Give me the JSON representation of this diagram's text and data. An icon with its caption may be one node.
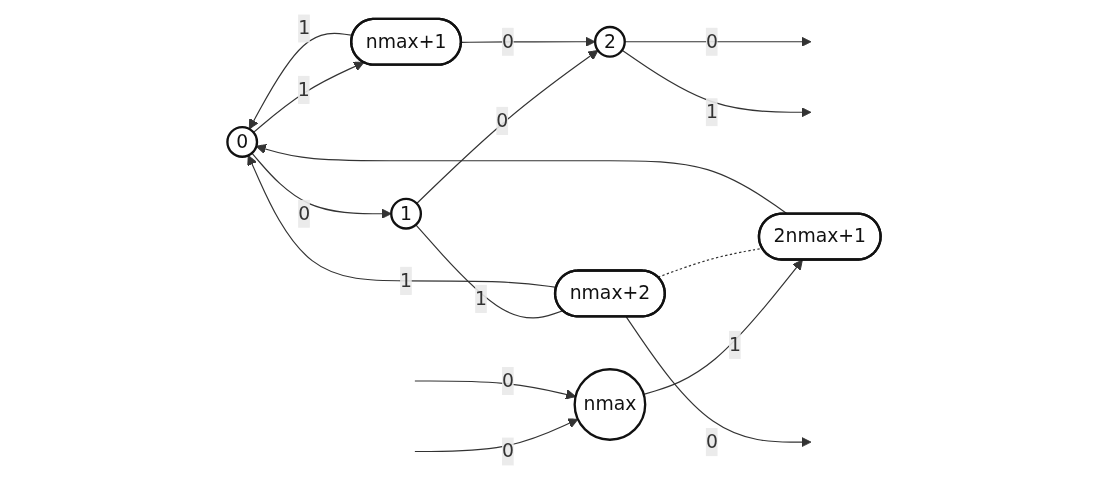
{
  "diagram": {
    "nodes": [
      {
        "text": [
          "0"
        ]
      },
      {
        "text": [
          "1"
        ]
      },
      {
        "text": [
          "2"
        ]
      },
      {
        "text": [
          "nmax"
        ]
      },
      {
        "text": [
          "nmax+1"
        ]
      },
      {
        "text": [
          "nmax+2"
        ]
      },
      {
        "text": [
          "2nmax+1"
        ]
      }
    ],
    "edges": [
      {
        "from": 0,
        "to": 1,
        "arrow": "to",
        "label": "0"
      },
      {
        "from": 1,
        "to": 2,
        "arrow": "to",
        "label": "0"
      },
      {
        "from": 2,
        "to": null,
        "arrow": "to",
        "label": "0"
      },
      {
        "from": null,
        "to": 3,
        "arrow": "to",
        "label": "0"
      },
      {
        "from": 0,
        "to": 4,
        "arrow": "to",
        "label": "1"
      },
      {
        "from": 4,
        "to": 2,
        "arrow": "to",
        "label": "0"
      },
      {
        "from": 1,
        "to": 5,
        "arrow": "none",
        "label": "1"
      },
      {
        "from": 5,
        "to": null,
        "arrow": "to",
        "label": "0"
      },
      {
        "from": 2,
        "to": null,
        "arrow": "to",
        "label": "1"
      },
      {
        "from": null,
        "to": 3,
        "arrow": "to",
        "label": "0"
      },
      {
        "from": 3,
        "to": 6,
        "arrow": "to",
        "label": "1"
      },
      {
        "from": 5,
        "to": 6,
        "arrow": "none",
        "style": "dashed"
      },
      {
        "from": 4,
        "to": 0,
        "arrow": "to",
        "label": "1"
      },
      {
        "from": 5,
        "to": 0,
        "arrow": "to",
        "label": "1"
      },
      {
        "from": 6,
        "to": 0,
        "arrow": "to"
      }
    ]
  }
}
